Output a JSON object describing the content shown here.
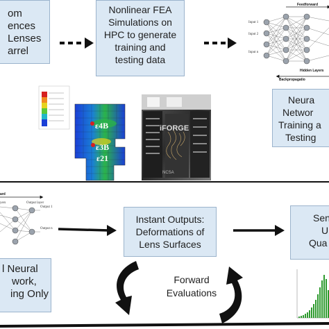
{
  "boxes": {
    "random": {
      "lines": [
        "om",
        "ences",
        "Lenses",
        "arrel"
      ]
    },
    "fea": {
      "lines": [
        "Nonlinear FEA",
        "Simulations on",
        "HPC to generate",
        "training and",
        "testing data"
      ]
    },
    "train": {
      "lines": [
        "Neura",
        "Networ",
        "Training a",
        "Testing"
      ]
    },
    "outputs": {
      "lines": [
        "Instant Outputs:",
        "Deformations of",
        "Lens Surfaces"
      ]
    },
    "sens": {
      "lines": [
        "Sen",
        "U",
        "Qua"
      ]
    },
    "trained": {
      "lines": [
        "l Neural",
        "work,",
        "ing Only"
      ]
    }
  },
  "cycle_label": {
    "lines": [
      "Forward",
      "Evaluations"
    ]
  },
  "nn_top": {
    "feedforward": "Feedforward",
    "hidden_layers": "Hidden Layers",
    "backprop": "Backpropagatio",
    "inputs": [
      "Input 1",
      "Input 2",
      "Input n"
    ]
  },
  "nn_bottom": {
    "forward": "ard",
    "output_layer": "Output layer",
    "layer_left": "yers",
    "outputs": [
      "Output 1",
      "Output n"
    ]
  },
  "fea_image": {
    "strain_labels": [
      "ε4B",
      "ε3B",
      "ε21"
    ]
  },
  "server_image": {
    "logo": "iFORGE",
    "brand": "NCSA"
  },
  "colors": {
    "box_fill": "#dbe8f4",
    "box_border": "#9bb3cc",
    "arrow": "#111111",
    "hist_bar": "#2e9a2e"
  }
}
